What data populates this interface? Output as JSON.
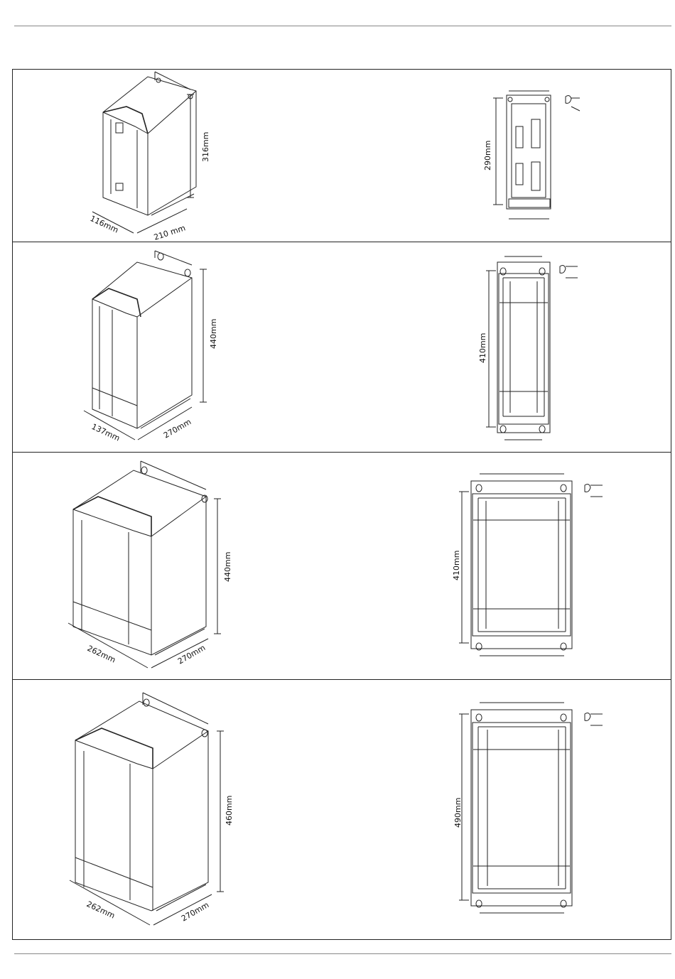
{
  "rows": [
    {
      "height_label": "316mm",
      "depth_label": "116mm",
      "width_label": "210 mm",
      "mount_label": "290mm"
    },
    {
      "height_label": "440mm",
      "depth_label": "137mm",
      "width_label": "270mm",
      "mount_label": "410mm"
    },
    {
      "height_label": "440mm",
      "depth_label": "262mm",
      "width_label": "270mm",
      "mount_label": "410mm"
    },
    {
      "height_label": "460mm",
      "depth_label": "262mm",
      "width_label": "270mm",
      "mount_label": "490mm"
    }
  ],
  "colors": {
    "line": "#222222",
    "rule": "#888888"
  }
}
